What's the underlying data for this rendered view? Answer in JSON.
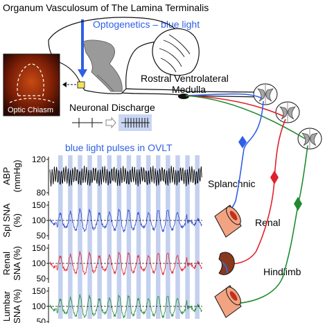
{
  "title": "Organum Vasculosum of The Lamina Terminalis",
  "optogenetics_label": "Optogenetics – blue light",
  "rvlm_label_line1": "Rostral Ventrolateral",
  "rvlm_label_line2": "Medulla",
  "optic_chiasm_label": "Optic Chiasm",
  "neuronal_discharge_label": "Neuronal Discharge",
  "pulses_label": "blue light pulses in OVLT",
  "nerves": {
    "splanchnic": "Splanchnic",
    "renal": "Renal",
    "hindlimb": "Hindlimb"
  },
  "panels": [
    {
      "ylabel": "ABP (mmHg)",
      "ylabel_line1": "ABP",
      "ylabel_line2": "(mmHg)",
      "ticks": [
        "120",
        "80"
      ],
      "color": "#000000"
    },
    {
      "ylabel": "Spl SNA (%)",
      "ylabel_line1": "Spl SNA",
      "ylabel_line2": "(%)",
      "ticks": [
        "150",
        "100",
        "50"
      ],
      "color": "#2b44c9"
    },
    {
      "ylabel": "Renal SNA (%)",
      "ylabel_line1": "Renal",
      "ylabel_line2": "SNA (%)",
      "ticks": [
        "150",
        "100",
        "50"
      ],
      "color": "#e0202a"
    },
    {
      "ylabel": "Lumbar SNA (%)",
      "ylabel_line1": "Lumbar",
      "ylabel_line2": "SNA (%)",
      "ticks": [
        "150",
        "100",
        "50"
      ],
      "color": "#1f8a2e"
    }
  ],
  "colors": {
    "blue_light": "#2f5fe6",
    "pulse_shade": "#b9c8ec",
    "splanchnic": "#2f5fe6",
    "renal": "#e0202a",
    "hindlimb": "#1f8a2e"
  },
  "icons": [
    "brain-sagittal-icon",
    "spinal-cord-section-icon",
    "blood-vessel-icon",
    "kidney-icon"
  ]
}
